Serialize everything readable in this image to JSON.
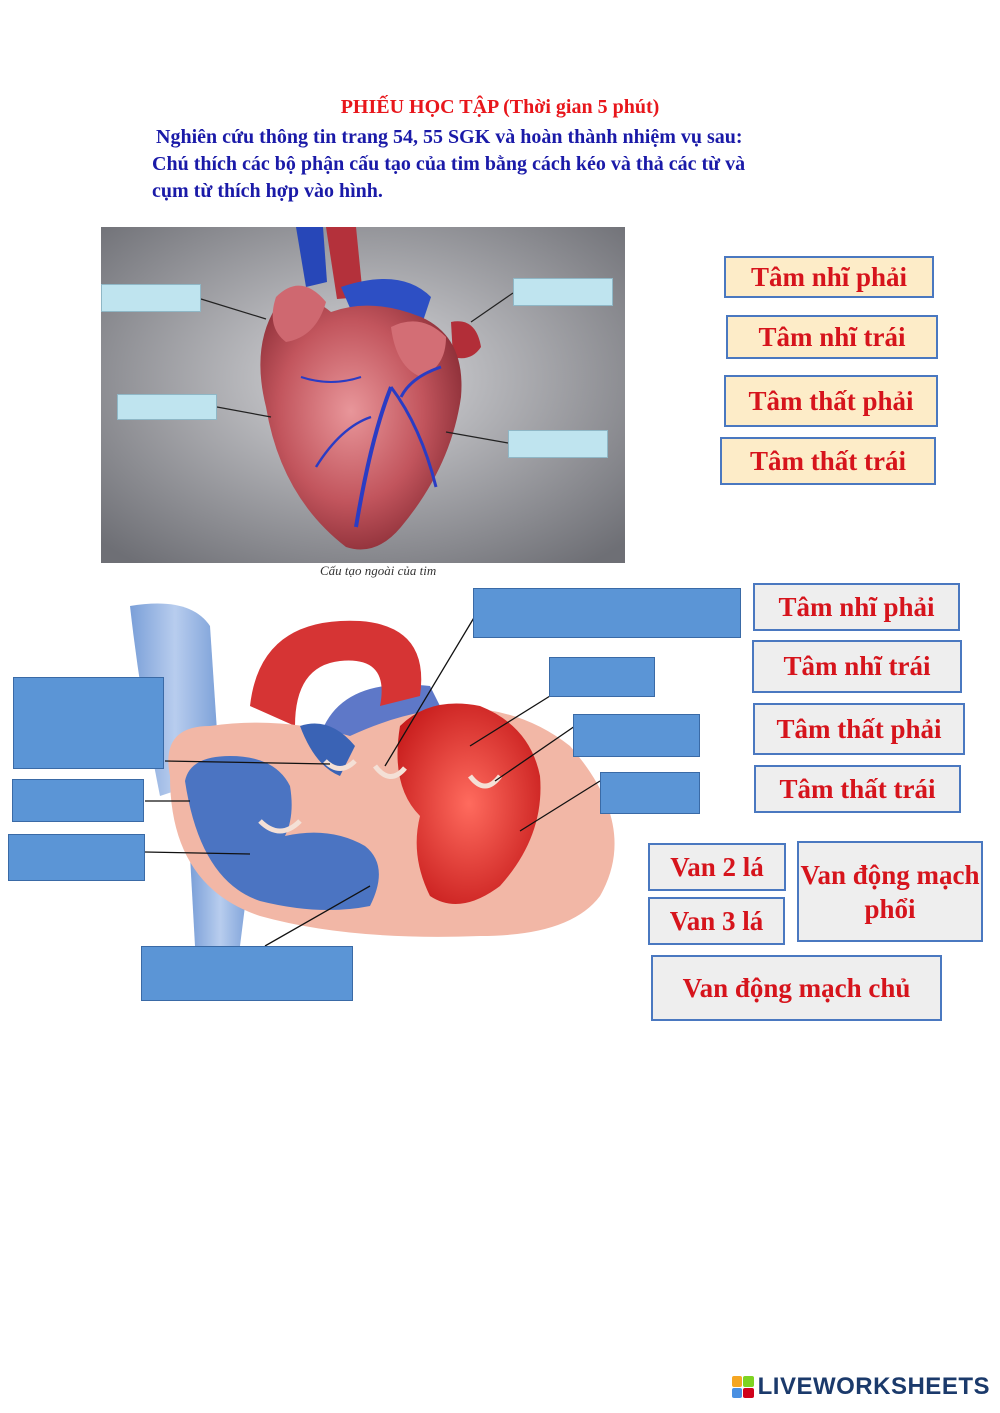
{
  "header": {
    "title": "PHIẾU HỌC TẬP (Thời gian 5 phút)",
    "line1": "Nghiên cứu thông tin trang 54, 55 SGK và hoàn thành nhiệm vụ sau:",
    "line2": "Chú thích các bộ phận cấu tạo của tim bằng cách kéo và thả các từ và",
    "line3": "cụm từ thích hợp vào hình."
  },
  "figure1": {
    "caption": "Cấu tạo ngoài của tim",
    "words": [
      "Tâm nhĩ phải",
      "Tâm nhĩ trái",
      "Tâm thất phải",
      "Tâm thất trái"
    ]
  },
  "figure2": {
    "words": [
      "Tâm nhĩ phải",
      "Tâm nhĩ trái",
      "Tâm thất phải",
      "Tâm thất trái"
    ],
    "valves": [
      "Van 2 lá",
      "Van 3 lá",
      "Van động mạch phổi",
      "Van động mạch chủ"
    ]
  },
  "brand": {
    "name": "LIVEWORKSHEETS"
  },
  "colors": {
    "title_red": "#e8161b",
    "instruction_blue": "#1a1aa8",
    "drop_light": "#bfe4ef",
    "drop_blue": "#5b95d6"
  }
}
